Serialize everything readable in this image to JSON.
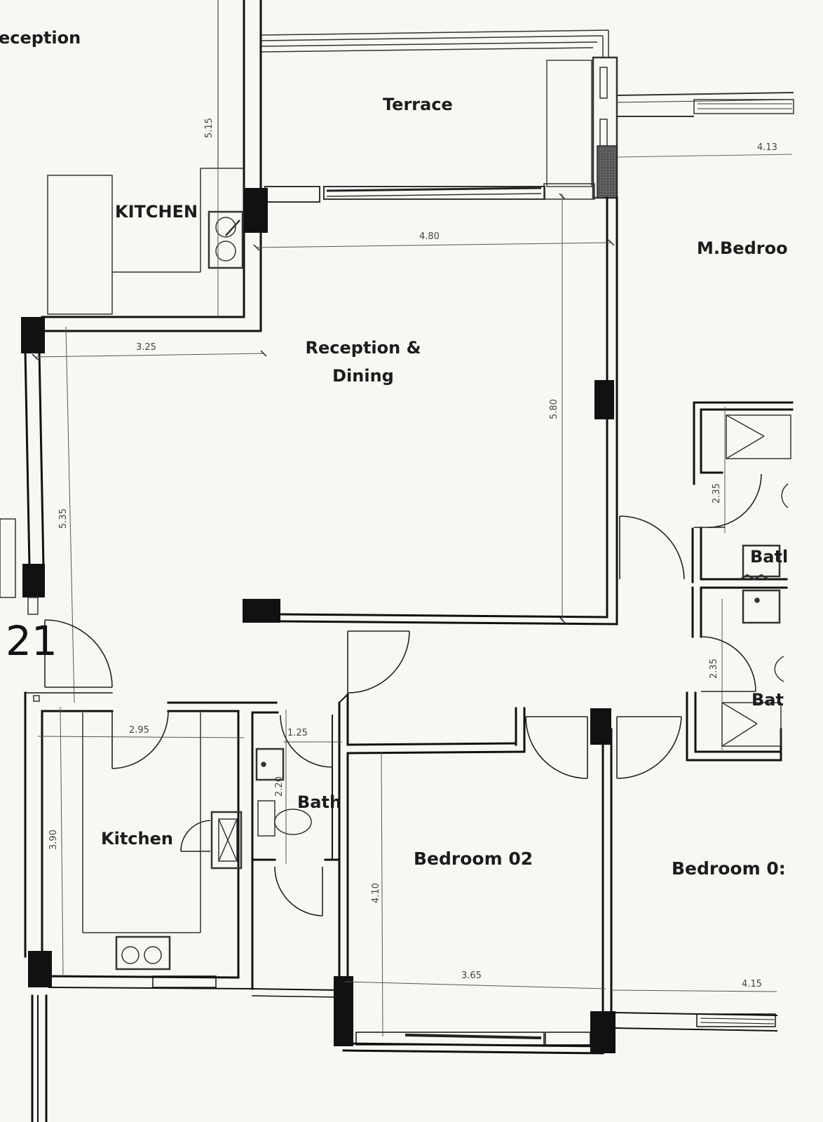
{
  "rooms": {
    "reception_partial": "eception",
    "terrace": "Terrace",
    "kitchen_upper": "KITCHEN",
    "master_bedroom_partial": "M.Bedroo",
    "reception_dining_line1": "Reception &",
    "reception_dining_line2": "Dining",
    "bath_upper_1": "Batl",
    "bath_upper_2": "Bat",
    "kitchen_lower": "Kitchen",
    "bath_lower": "Bath",
    "bedroom_02": "Bedroom 02",
    "bedroom_01_partial": "Bedroom 0:"
  },
  "dimensions": {
    "d_515": "5.15",
    "d_413": "4.13",
    "d_480": "4.80",
    "d_325": "3.25",
    "d_580": "5.80",
    "d_535": "5.35",
    "d_235_a": "2.35",
    "d_235_b": "2.35",
    "d_295": "2.95",
    "d_125": "1.25",
    "d_220": "2.20",
    "d_390": "3.90",
    "d_410": "4.10",
    "d_365": "3.65",
    "d_415": "4.15"
  },
  "unit_number_fragment": "21",
  "colors": {
    "paper": "#f7f7f3",
    "wall": "#111111",
    "line": "#333333",
    "dim_line": "#555555",
    "hatch": "#444444"
  }
}
